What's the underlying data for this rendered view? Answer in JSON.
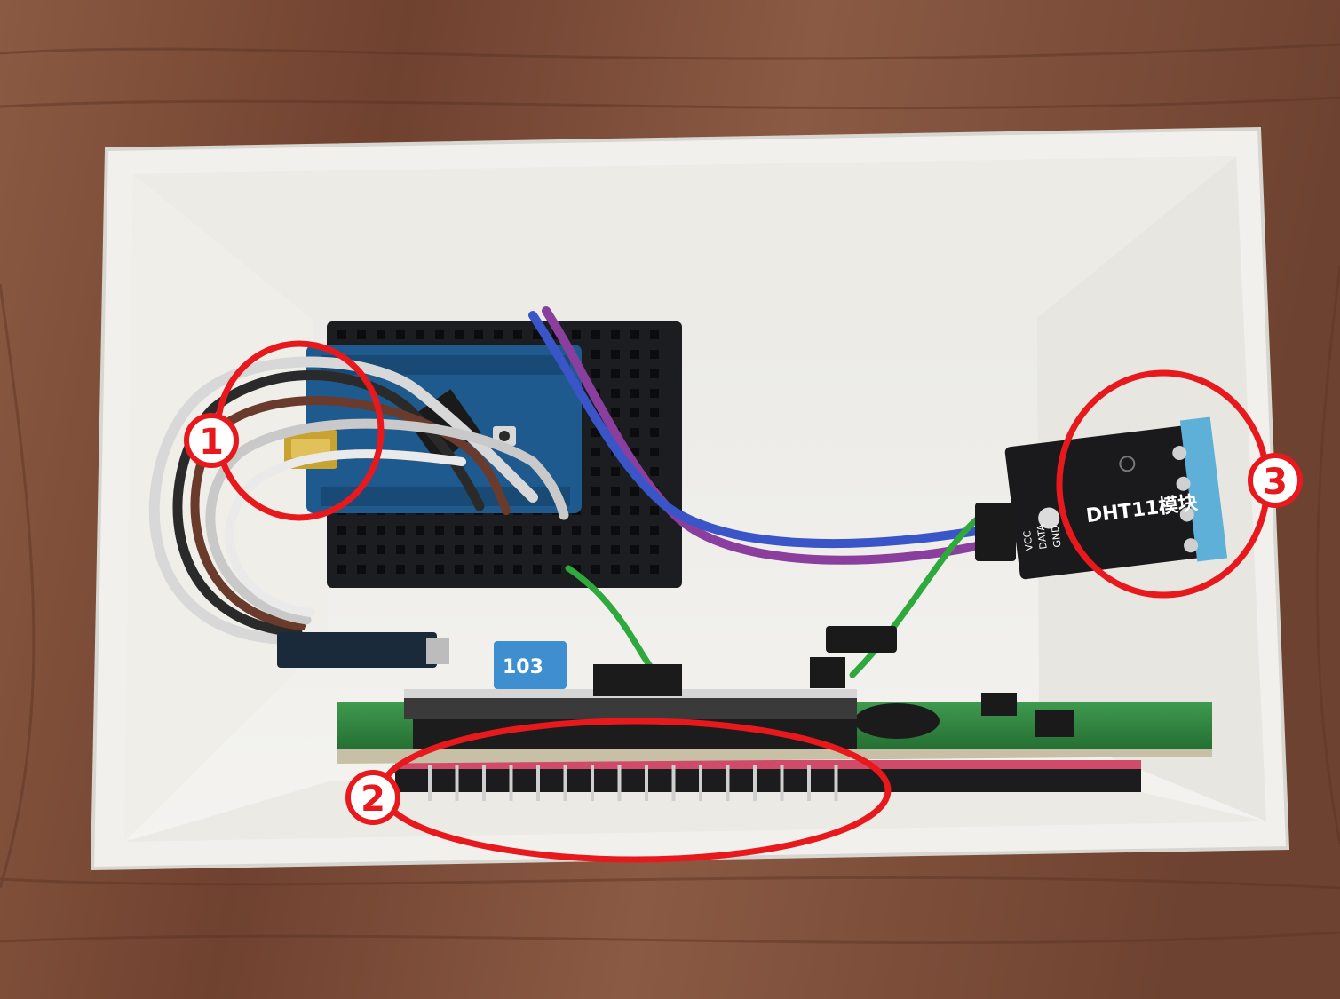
{
  "callouts": [
    {
      "number": "1",
      "target": "usb-port"
    },
    {
      "number": "2",
      "target": "lcd-header-pins"
    },
    {
      "number": "3",
      "target": "dht11-sensor"
    }
  ],
  "sensor_module": {
    "label": "DHT11模块",
    "pin_labels": [
      "VCC",
      "DATA",
      "GND"
    ]
  },
  "potentiometer": {
    "label": "103"
  },
  "colors": {
    "callout": "#e8191c",
    "wood": "#7a4a36",
    "box": "#f4f3ef",
    "breadboard": "#1c1d20",
    "arduino": "#1f5a8e",
    "lcd_pcb": "#2e8a3f",
    "wire_purple": "#8a3f9e",
    "wire_blue": "#3a55c8",
    "wire_green": "#2fa83c"
  }
}
